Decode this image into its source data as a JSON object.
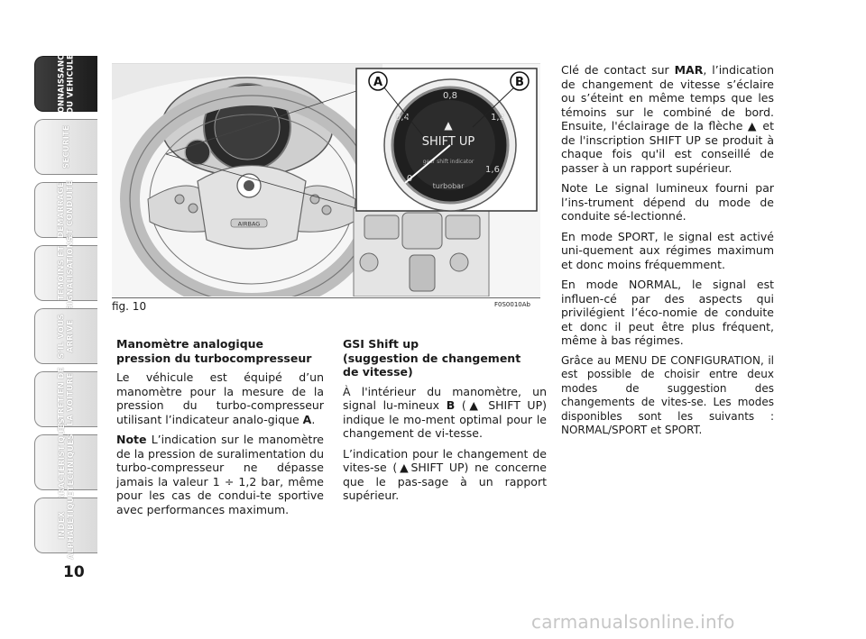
{
  "tabs": [
    {
      "l1": "CONNAISSANCE",
      "l2": "DU VEHICULE"
    },
    {
      "l1": "SECURITE",
      "l2": ""
    },
    {
      "l1": "DEMARRAGE",
      "l2": "ET CONDUITE"
    },
    {
      "l1": "TEMOINS ET",
      "l2": "SIGNALISATIONS"
    },
    {
      "l1": "S’IL VOUS",
      "l2": "ARRIVE"
    },
    {
      "l1": "ENTRETIEN DE",
      "l2": "LA VOITURE"
    },
    {
      "l1": "CARACTERISTIQUES",
      "l2": "TECHNIQUES"
    },
    {
      "l1": "INDEX",
      "l2": "ALPHABETIQUE"
    }
  ],
  "page_number": "10",
  "figure": {
    "caption": "fig. 10",
    "code": "F0S0010Ab",
    "callout_a": "A",
    "callout_b": "B",
    "gauge_ticks": [
      "0,8",
      "0,4",
      "1,2",
      "0",
      "1,6"
    ],
    "gauge_arrow": "▲",
    "gauge_label": "SHIFT UP",
    "gauge_sub": "gear shift indicator",
    "gauge_brand": "turbobar",
    "airbag": "AIRBAG"
  },
  "col1": {
    "title1": "Manomètre analogique",
    "title2": "pression du turbocompresseur",
    "p1_pre": "Le véhicule est équipé d’un manomètre pour la mesure de la pression du turbo-compresseur utilisant l’indicateur analo-gique ",
    "p1_bold": "A",
    "p1_post": ".",
    "p2_bold": "Note",
    "p2": " L’indication sur le manomètre de la pression de suralimentation du turbo-compresseur ne dépasse jamais la valeur 1 ÷ 1,2 bar, même pour les cas de condui-te sportive avec performances maximum."
  },
  "col2": {
    "title1": "GSI Shift up",
    "title2": "(suggestion de changement",
    "title3": "de vitesse)",
    "p1_pre": "À l'intérieur du manomètre, un signal lu-mineux ",
    "p1_bold": "B",
    "p1_mid": " (",
    "p1_arrow": "▲",
    "p1_post": " SHIFT UP) indique le mo-ment optimal pour le changement de vi-tesse.",
    "p2_pre": "L’indication pour le changement de vites-se (",
    "p2_arrow": "▲",
    "p2_post": "SHIFT UP) ne concerne que le pas-sage à un rapport supérieur."
  },
  "col3": {
    "p1_pre": "Clé de contact sur ",
    "p1_bold": "MAR",
    "p1_post": ", l’indication de changement de vitesse s’éclaire ou s’éteint en même temps que les témoins sur le combiné de bord. Ensuite, l'éclairage de la flèche ",
    "p1_arrow": "▲",
    "p1_end": " et de l'inscription SHIFT UP se produit à chaque fois qu'il est conseillé de passer à un rapport supérieur.",
    "p2": "Note Le signal lumineux fourni par l’ins-trument dépend du mode de conduite sé-lectionné.",
    "p3": "En mode SPORT, le signal est activé uni-quement aux régimes maximum et donc moins fréquemment.",
    "p4": "En mode NORMAL, le signal est influen-cé par des aspects qui privilégient l’éco-nomie de conduite et donc il peut être plus fréquent, même à bas régimes.",
    "p5": "Grâce au MENU DE CONFIGURATION, il est possible de choisir entre deux modes de suggestion des changements de vites-se. Les modes disponibles sont les suivants : NORMAL/SPORT et SPORT."
  },
  "watermark": "carmanualsonline.info"
}
